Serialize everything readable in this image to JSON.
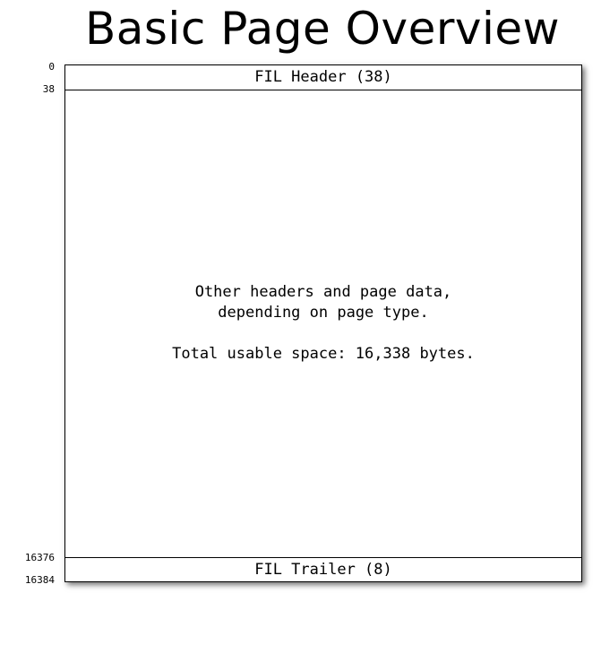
{
  "diagram": {
    "title": "Basic Page Overview",
    "offsets": {
      "start": "0",
      "header_end": "38",
      "trailer_start": "16376",
      "end": "16384"
    },
    "sections": {
      "header_label": "FIL Header (38)",
      "body_line1": "Other headers and page data,",
      "body_line2": "depending on page type.",
      "body_line3": "Total usable space: 16,338 bytes.",
      "trailer_label": "FIL Trailer (8)"
    }
  }
}
